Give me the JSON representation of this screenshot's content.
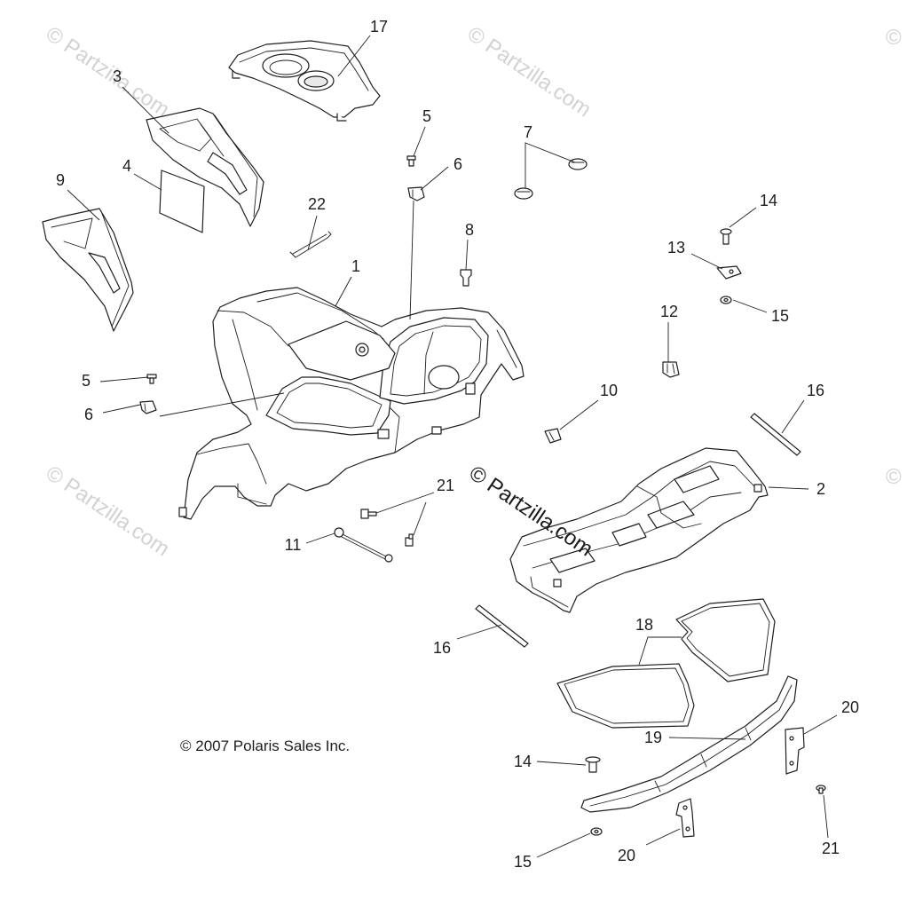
{
  "diagram": {
    "copyright": "© 2007 Polaris Sales Inc.",
    "watermark": "© Partzilla.com",
    "watermark_partial": "©",
    "callouts": [
      "17",
      "3",
      "5",
      "6",
      "7",
      "4",
      "9",
      "22",
      "14",
      "8",
      "13",
      "1",
      "12",
      "15",
      "5",
      "10",
      "16",
      "6",
      "21",
      "2",
      "11",
      "18",
      "16",
      "20",
      "19",
      "14",
      "21",
      "20",
      "15"
    ]
  },
  "colors": {
    "line": "#1e1e1e",
    "watermark": "#d2d2d2",
    "watermark_dark": "#1a1a1a",
    "background": "#ffffff"
  }
}
